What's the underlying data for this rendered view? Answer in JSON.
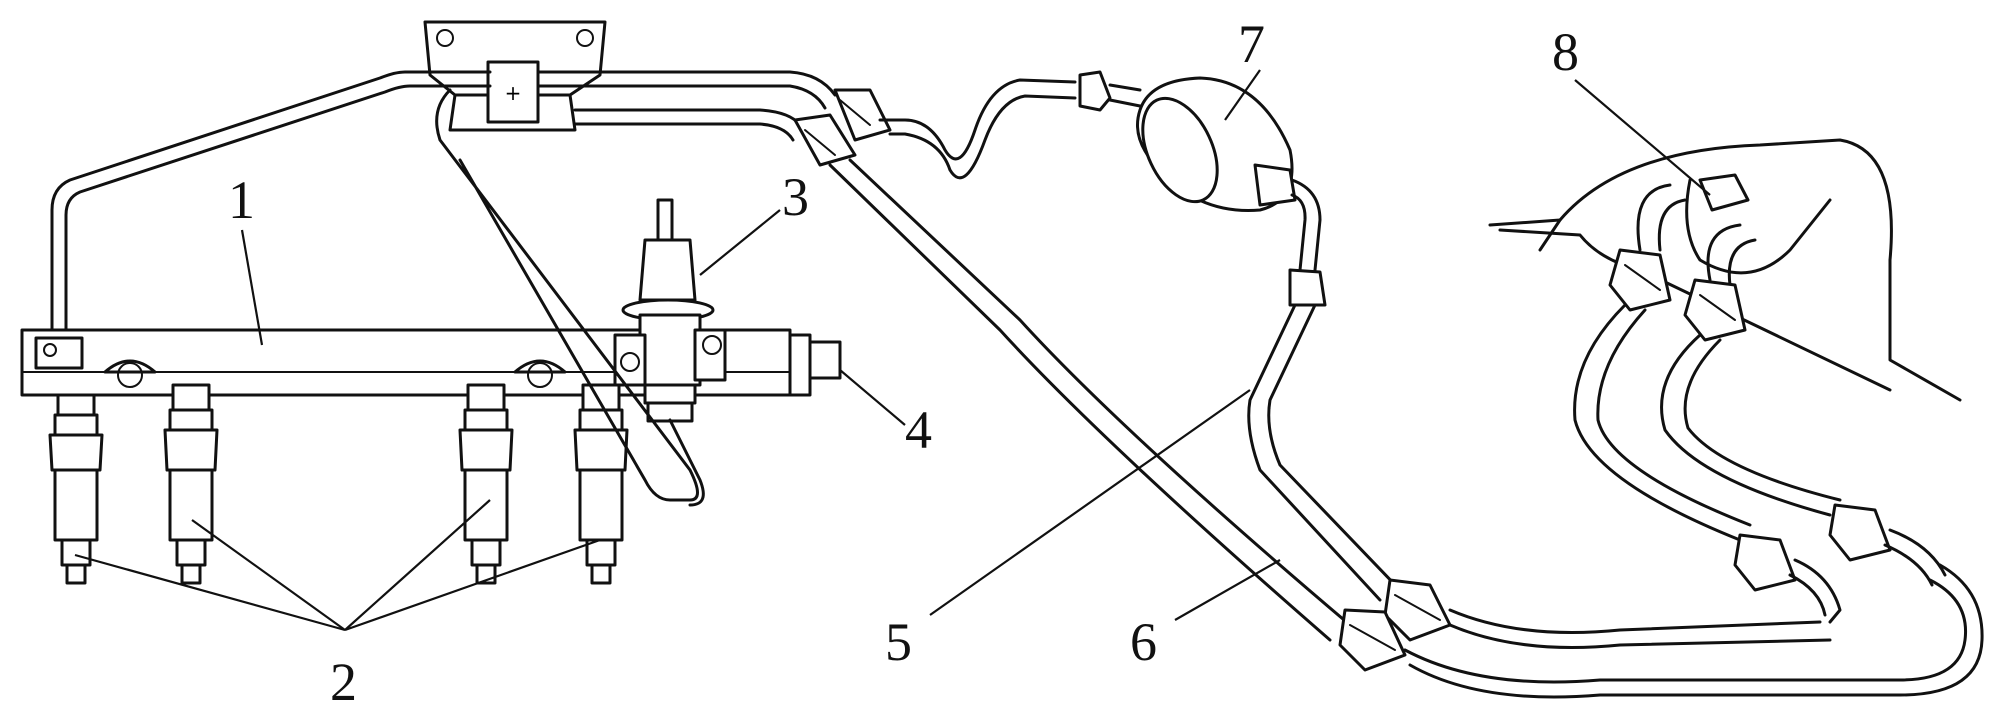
{
  "labels": {
    "fuel_rail": "1",
    "injectors": "2",
    "pressure_regulator": "3",
    "rail_end": "4",
    "feed_line": "5",
    "return_line": "6",
    "fuel_filter": "7",
    "tank_unit": "8"
  },
  "colors": {
    "line": "#111111",
    "background": "#ffffff"
  }
}
